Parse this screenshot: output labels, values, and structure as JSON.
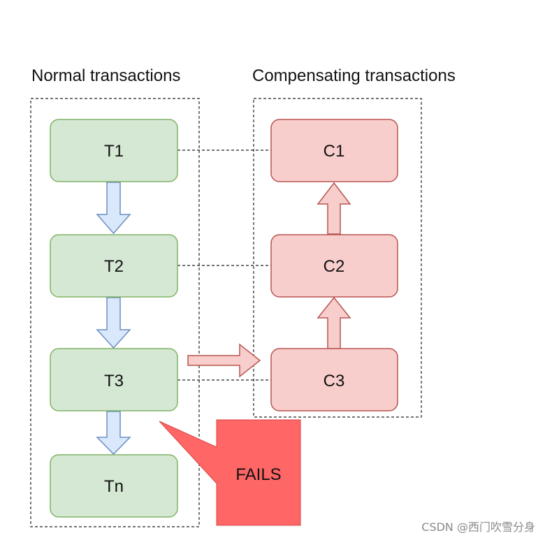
{
  "groups": {
    "normal": {
      "label": "Normal transactions"
    },
    "compensating": {
      "label": "Compensating transactions"
    }
  },
  "normal_steps": [
    {
      "label": "T1"
    },
    {
      "label": "T2"
    },
    {
      "label": "T3"
    },
    {
      "label": "Tn"
    }
  ],
  "compensating_steps": [
    {
      "label": "C1"
    },
    {
      "label": "C2"
    },
    {
      "label": "C3"
    }
  ],
  "callout": {
    "label": "FAILS"
  },
  "watermark": {
    "text": "CSDN @西门吹雪分身"
  },
  "colors": {
    "normal_fill": "#d5e8d4",
    "normal_stroke": "#82b366",
    "comp_fill": "#f8cecc",
    "comp_stroke": "#b85450",
    "flow_arrow_fill": "#dae8fc",
    "flow_arrow_stroke": "#6c8ebf",
    "fail_fill": "#ff6666"
  }
}
